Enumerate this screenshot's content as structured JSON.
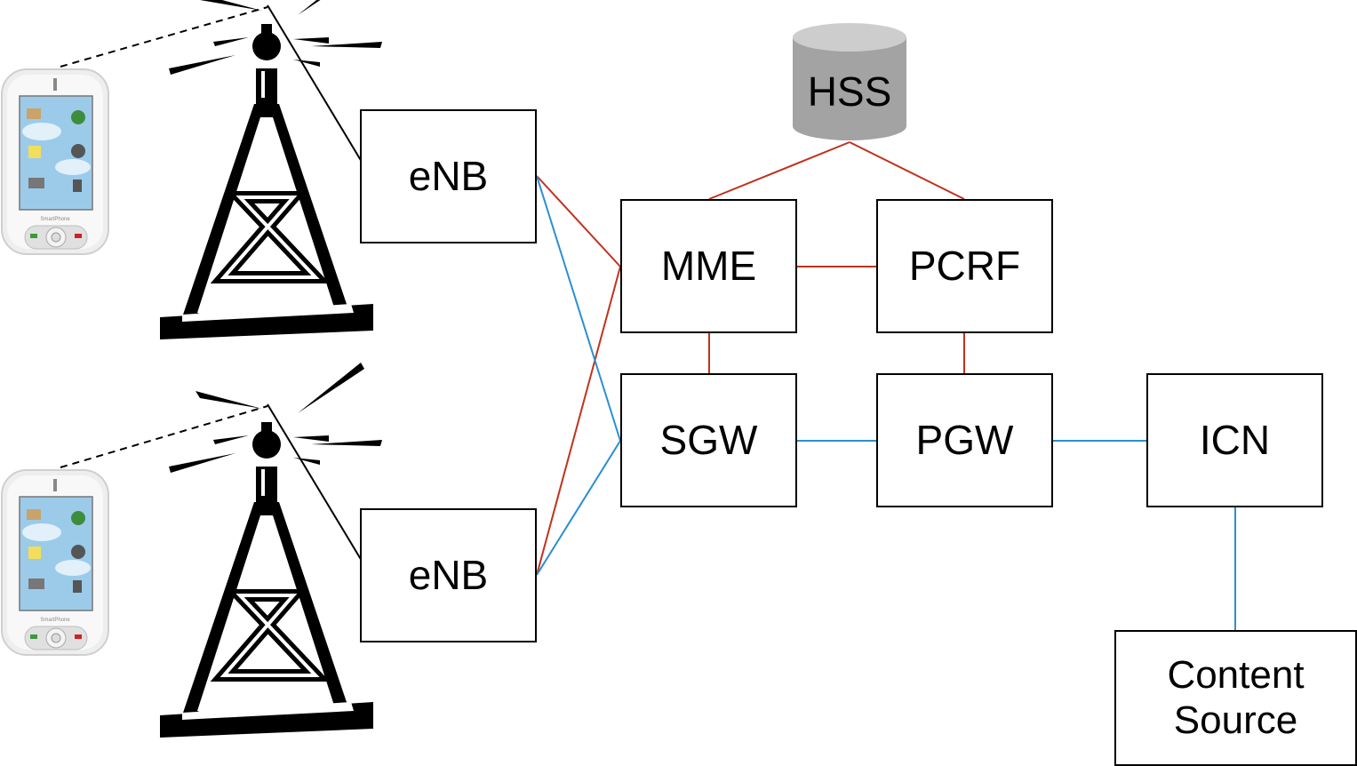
{
  "nodes": {
    "enb_top": "eNB",
    "enb_bottom": "eNB",
    "mme": "MME",
    "pcrf": "PCRF",
    "sgw": "SGW",
    "pgw": "PGW",
    "icn": "ICN",
    "content_source": "Content\nSource",
    "hss": "HSS"
  },
  "colors": {
    "control_link": "#c0321e",
    "data_link": "#2a8fd0",
    "hss_fill": "#a3a3a3",
    "hss_top": "#cdcdcd"
  },
  "icons": [
    "smartphone-icon",
    "cell-tower-icon",
    "database-icon"
  ]
}
